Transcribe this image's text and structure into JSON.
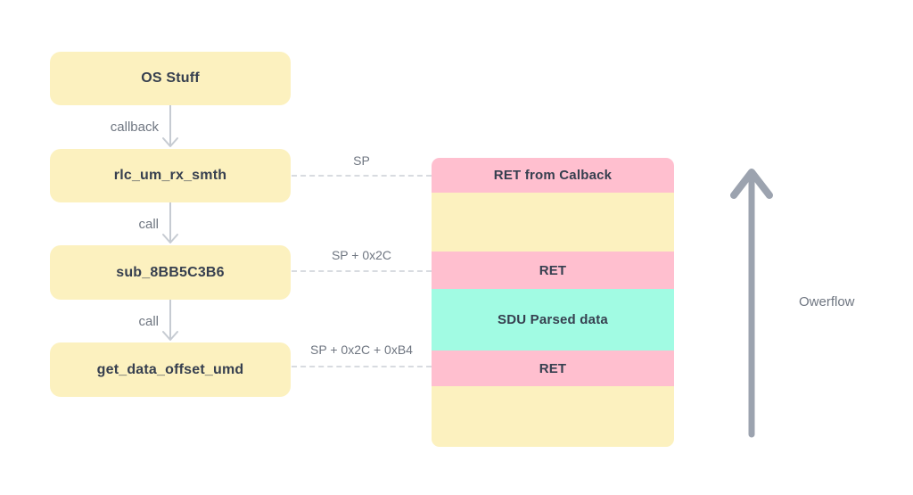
{
  "flowchart": {
    "nodes": [
      {
        "label": "OS Stuff"
      },
      {
        "label": "rlc_um_rx_smth"
      },
      {
        "label": "sub_8BB5C3B6"
      },
      {
        "label": "get_data_offset_umd"
      }
    ],
    "edges": [
      {
        "label": "callback"
      },
      {
        "label": "call"
      },
      {
        "label": "call"
      }
    ]
  },
  "stack": {
    "pointers": [
      {
        "label": "SP"
      },
      {
        "label": "SP + 0x2C"
      },
      {
        "label": "SP + 0x2C + 0xB4"
      }
    ],
    "rows": [
      {
        "label": "RET from Calback",
        "type": "ret"
      },
      {
        "label": "",
        "type": "filler"
      },
      {
        "label": "RET",
        "type": "ret"
      },
      {
        "label": "SDU Parsed data",
        "type": "data"
      },
      {
        "label": "RET",
        "type": "ret"
      },
      {
        "label": "",
        "type": "filler"
      }
    ]
  },
  "overflow": {
    "label": "Owerflow"
  },
  "colors": {
    "node_bg": "#FCF1BF",
    "ret_bg": "#FFBFCF",
    "data_bg": "#A1FBE3",
    "dark_text": "#363F4F",
    "gray_text": "#6F7681",
    "connector_gray": "#C6CBD2",
    "big_arrow_gray": "#9CA3AF",
    "dash_gray": "#D8DBE0"
  }
}
